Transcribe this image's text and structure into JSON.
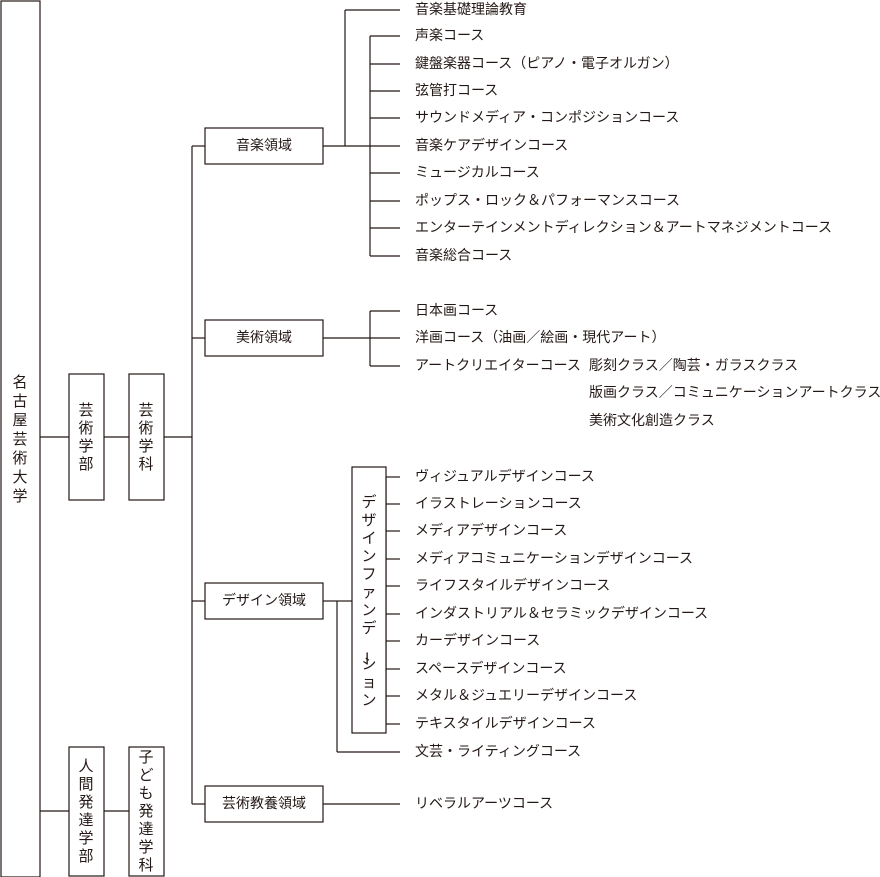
{
  "university": "名古屋芸術大学",
  "faculties": [
    {
      "name": "芸術学部",
      "department": "芸術学科",
      "domains": [
        {
          "name": "音楽領域",
          "courses": [
            "音楽基礎理論教育",
            "声楽コース",
            "鍵盤楽器コース（ピアノ・電子オルガン）",
            "弦管打コース",
            "サウンドメディア・コンポジションコース",
            "音楽ケアデザインコース",
            "ミュージカルコース",
            "ポップス・ロック＆パフォーマンスコース",
            "エンターテインメントディレクション＆アートマネジメントコース",
            "音楽総合コース"
          ]
        },
        {
          "name": "美術領域",
          "courses": [
            "日本画コース",
            "洋画コース（油画／絵画・現代アート）",
            "アートクリエイターコース"
          ],
          "classes": [
            "彫刻クラス／陶芸・ガラスクラス",
            "版画クラス／コミュニケーションアートクラス",
            "美術文化創造クラス"
          ]
        },
        {
          "name": "デザイン領域",
          "foundation": "デザインファンデーション",
          "courses": [
            "ヴィジュアルデザインコース",
            "イラストレーションコース",
            "メディアデザインコース",
            "メディアコミュニケーションデザインコース",
            "ライフスタイルデザインコース",
            "インダストリアル＆セラミックデザインコース",
            "カーデザインコース",
            "スペースデザインコース",
            "メタル＆ジュエリーデザインコース",
            "テキスタイルデザインコース"
          ],
          "extra_course": "文芸・ライティングコース"
        },
        {
          "name": "芸術教養領域",
          "courses": [
            "リベラルアーツコース"
          ]
        }
      ]
    },
    {
      "name": "人間発達学部",
      "department": "子ども発達学科"
    }
  ]
}
